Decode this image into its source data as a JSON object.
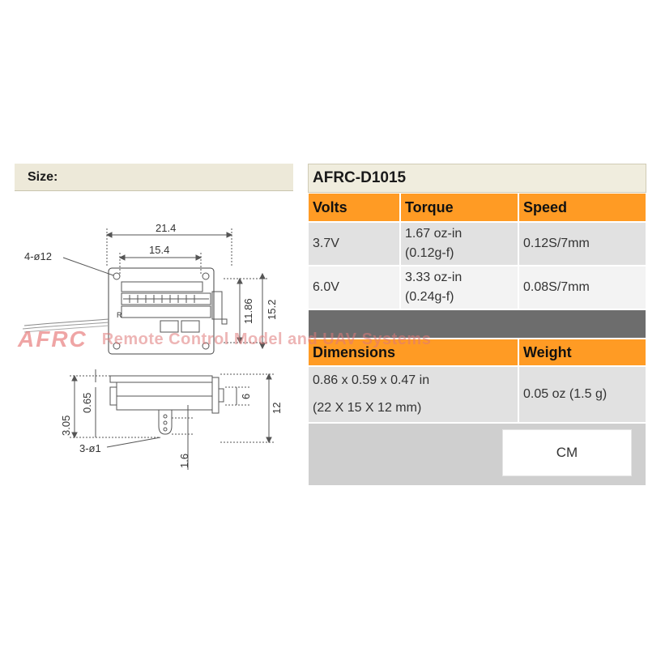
{
  "size_label": "Size:",
  "model": "AFRC-D1015",
  "headers": {
    "volts": "Volts",
    "torque": "Torque",
    "speed": "Speed"
  },
  "rows": [
    {
      "volts": "3.7V",
      "torque_1": "1.67 oz-in",
      "torque_2": "(0.12g-f)",
      "speed": "0.12S/7mm"
    },
    {
      "volts": "6.0V",
      "torque_1": "3.33 oz-in",
      "torque_2": "(0.24g-f)",
      "speed": "0.08S/7mm"
    }
  ],
  "dimensions": {
    "label": "Dimensions",
    "value_1": "0.86 x 0.59 x 0.47 in",
    "value_2": "(22 X 15 X 12 mm)"
  },
  "weight": {
    "label": "Weight",
    "value": "0.05 oz (1.5 g)"
  },
  "cm_button": "CM",
  "watermark": {
    "logo": "AFRC",
    "text": "Remote Control Model and UAV Systems"
  },
  "drawing": {
    "dim_21_4": "21.4",
    "dim_15_4": "15.4",
    "hole_label": "4-ø12",
    "dim_11_86": "11.86",
    "dim_15_2": "15.2",
    "marker_r": "R",
    "dim_6": "6",
    "dim_12": "12",
    "dim_3_05": "3.05",
    "dim_0_65": "0.65",
    "pin_label": "3-ø1",
    "dim_1_6": "1.6"
  }
}
